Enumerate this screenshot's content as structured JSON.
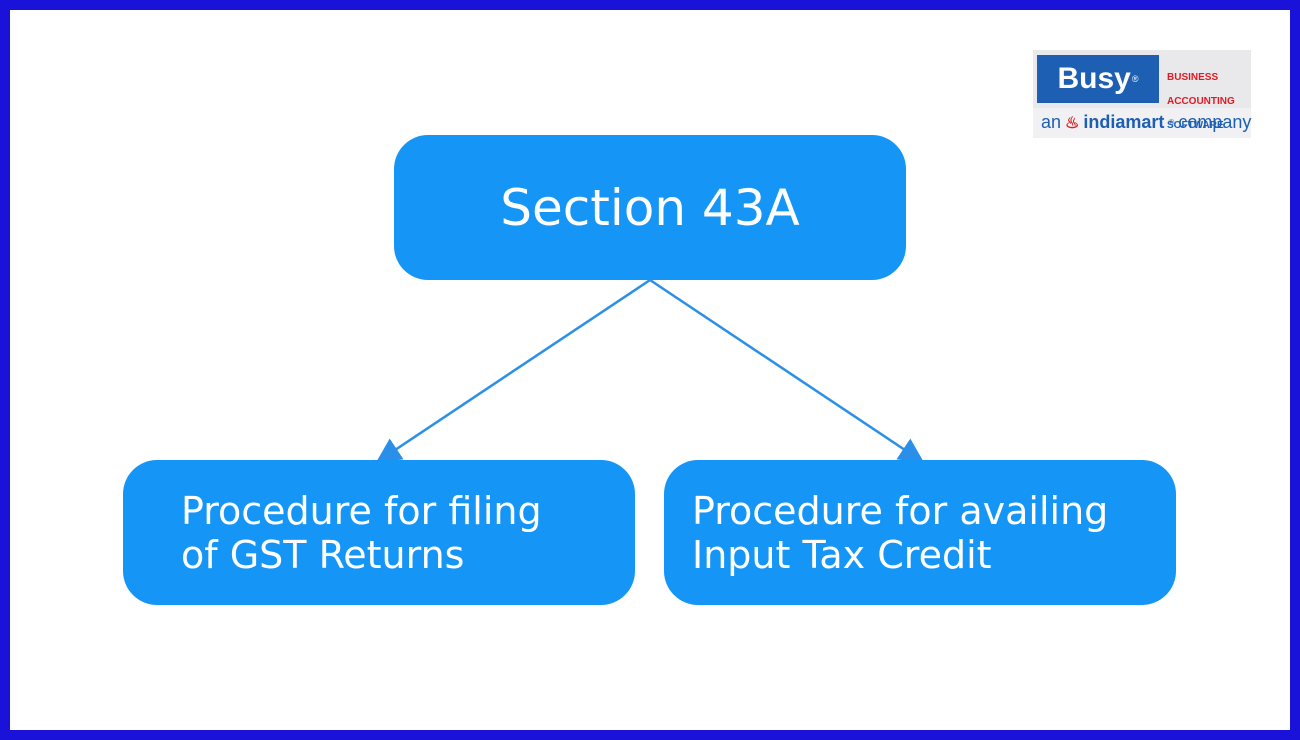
{
  "diagram": {
    "root": {
      "label": "Section 43A"
    },
    "children": [
      {
        "label": "Procedure for filing\nof GST Returns"
      },
      {
        "label": "Procedure for availing\nInput Tax Credit"
      }
    ]
  },
  "logo": {
    "brand": "Busy",
    "reg_mark": "®",
    "tagline": [
      "BUSINESS",
      "ACCOUNTING",
      "SOFTWARE"
    ],
    "sub_prefix": "an",
    "sub_brand": "indiamart",
    "sub_reg_mark": "®",
    "sub_suffix": "company"
  },
  "colors": {
    "frame_border": "#1a12d8",
    "node_fill": "#1596f6",
    "connector": "#2a8fe8",
    "logo_blue": "#1d5fb3",
    "logo_red": "#e01b24"
  }
}
